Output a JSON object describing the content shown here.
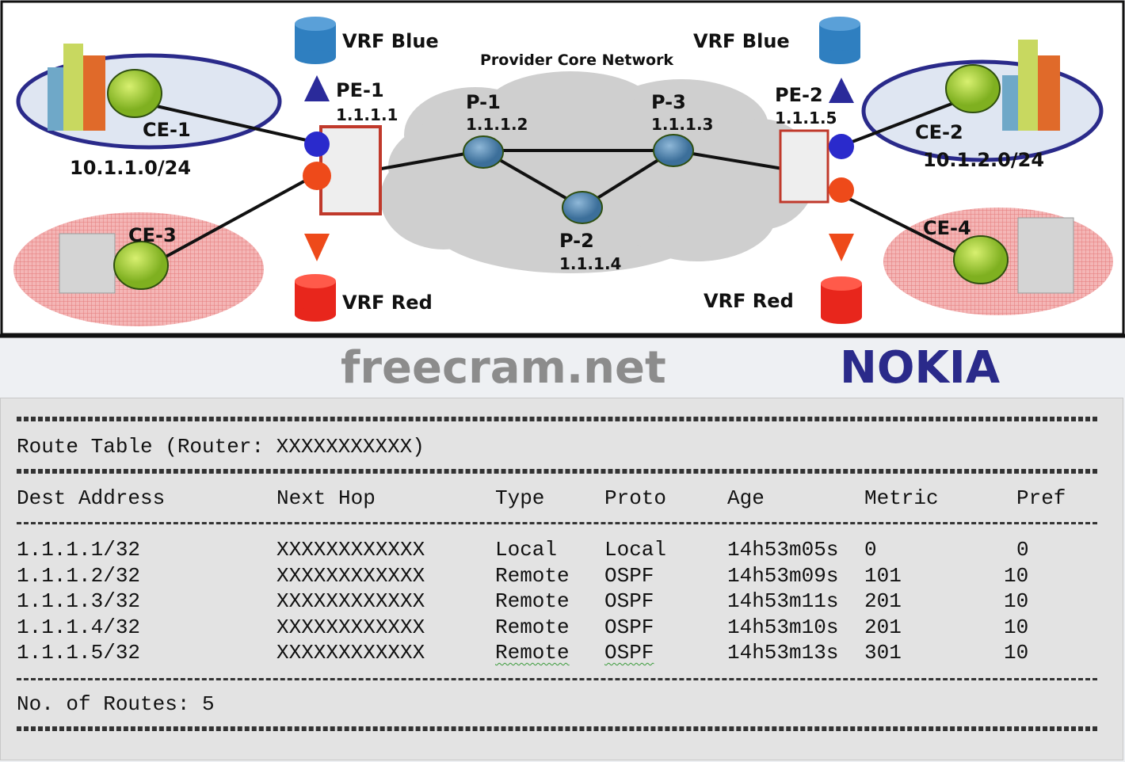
{
  "diagram": {
    "title": "Provider Core Network",
    "vrf_blue_left": "VRF Blue",
    "vrf_blue_right": "VRF Blue",
    "vrf_red_left": "VRF Red",
    "vrf_red_right": "VRF Red",
    "pe1": {
      "name": "PE-1",
      "ip": "1.1.1.1"
    },
    "pe2": {
      "name": "PE-2",
      "ip": "1.1.1.5"
    },
    "p1": {
      "name": "P-1",
      "ip": "1.1.1.2"
    },
    "p2": {
      "name": "P-2",
      "ip": "1.1.1.4"
    },
    "p3": {
      "name": "P-3",
      "ip": "1.1.1.3"
    },
    "ce1": {
      "name": "CE-1",
      "subnet": "10.1.1.0/24"
    },
    "ce2": {
      "name": "CE-2",
      "subnet": "10.1.2.0/24"
    },
    "ce3": {
      "name": "CE-3"
    },
    "ce4": {
      "name": "CE-4"
    },
    "colors": {
      "blue": "#2f7fc0",
      "red": "#e8261c",
      "router": "#a8d630",
      "vpn_blue": "#2a2a8a"
    },
    "watermarks": [
      "freecram.net",
      "NOKIA"
    ]
  },
  "route_table": {
    "title": "Route Table (Router: XXXXXXXXXXX)",
    "headers": [
      "Dest Address",
      "Next Hop",
      "Type",
      "Proto",
      "Age",
      "Metric",
      "Pref"
    ],
    "rows": [
      [
        "1.1.1.1/32",
        "XXXXXXXXXXXX",
        "Local",
        "Local",
        "14h53m05s",
        "0",
        "0"
      ],
      [
        "1.1.1.2/32",
        "XXXXXXXXXXXX",
        "Remote",
        "OSPF",
        "14h53m09s",
        "101",
        "10"
      ],
      [
        "1.1.1.3/32",
        "XXXXXXXXXXXX",
        "Remote",
        "OSPF",
        "14h53m11s",
        "201",
        "10"
      ],
      [
        "1.1.1.4/32",
        "XXXXXXXXXXXX",
        "Remote",
        "OSPF",
        "14h53m10s",
        "201",
        "10"
      ],
      [
        "1.1.1.5/32",
        "XXXXXXXXXXXX",
        "Remote",
        "OSPF",
        "14h53m13s",
        "301",
        "10"
      ]
    ],
    "footer": "No. of Routes: 5"
  }
}
